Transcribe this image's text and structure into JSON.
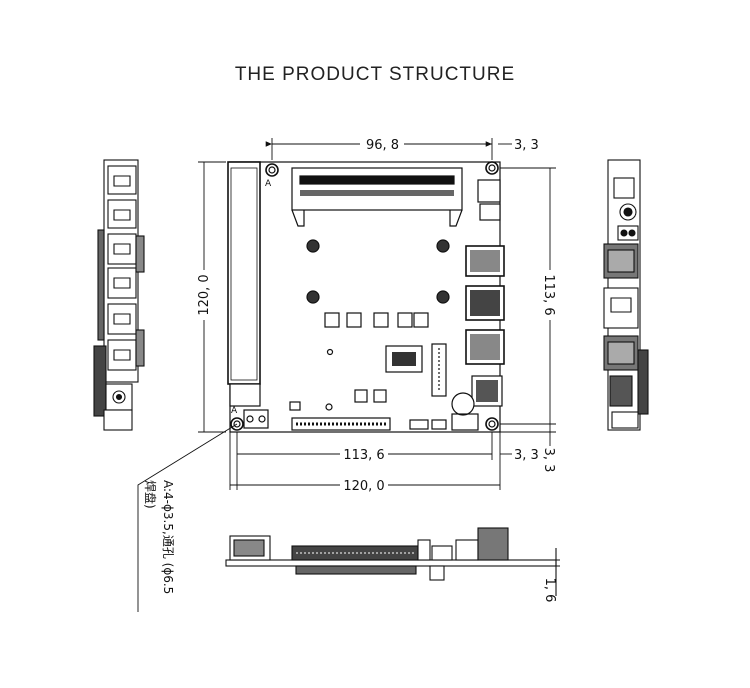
{
  "title": "THE PRODUCT STRUCTURE",
  "dimensions": {
    "top_width": "96, 8",
    "top_right_offset": "3, 3",
    "left_height": "120, 0",
    "right_height": "113, 6",
    "bottom_inner": "113, 6",
    "bottom_right_offset": "3, 3",
    "bottom_right_vertical": "3, 3",
    "bottom_overall": "120, 0",
    "side_thickness": "1, 6"
  },
  "hole_marker": "A",
  "note": {
    "line1": "A:4-ϕ3.5,通孔 (ϕ6.5",
    "line2": "焊盘)"
  }
}
